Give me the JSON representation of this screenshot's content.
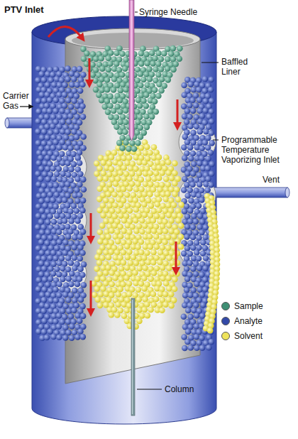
{
  "diagram": {
    "title": "PTV Inlet",
    "labels": [
      "Syringe Needle",
      "Carrier Gas",
      "Baffled Liner",
      "Programmable Temperature Vaporizing Inlet",
      "Vent",
      "Column"
    ],
    "legend": [
      {
        "text": "Sample",
        "color": "#3e8f74"
      },
      {
        "text": "Analyte",
        "color": "#3349a8"
      },
      {
        "text": "Solvent",
        "color": "#eee35a"
      }
    ]
  }
}
